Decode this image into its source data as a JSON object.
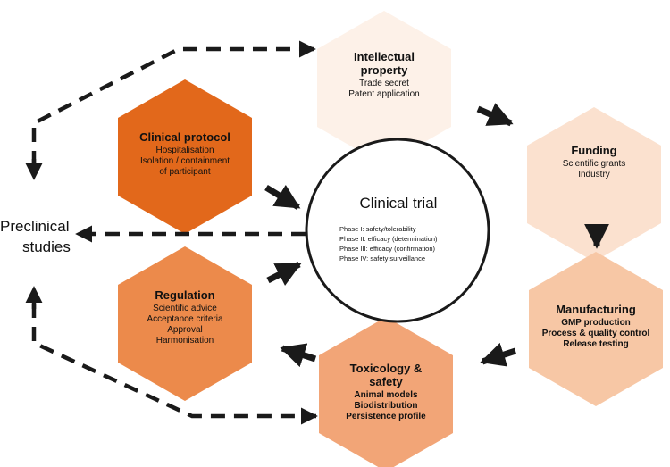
{
  "colors": {
    "clinical_protocol": "#e2681b",
    "intellectual_property": "#fdf1e8",
    "funding": "#fbe1cf",
    "manufacturing": "#f7c7a5",
    "toxicology": "#f2a577",
    "regulation": "#ec8a4b",
    "arrow": "#1a1a1a"
  },
  "center": {
    "title": "Clinical trial",
    "phases": [
      "Phase I: safety/tolerability",
      "Phase II: efficacy (determination)",
      "Phase III: efficacy (confirmation)",
      "Phase IV: safety surveillance"
    ]
  },
  "preclinical": {
    "line1": "Preclinical",
    "line2": "studies"
  },
  "nodes": {
    "intellectual_property": {
      "title_line1": "Intellectual",
      "title_line2": "property",
      "items": [
        "Trade secret",
        "Patent application"
      ]
    },
    "funding": {
      "title": "Funding",
      "items": [
        "Scientific grants",
        "Industry"
      ]
    },
    "manufacturing": {
      "title": "Manufacturing",
      "items": [
        "GMP production",
        "Process & quality control",
        "Release testing"
      ]
    },
    "toxicology": {
      "title_line1": "Toxicology &",
      "title_line2": "safety",
      "items": [
        "Animal models",
        "Biodistribution",
        "Persistence profile"
      ]
    },
    "regulation": {
      "title": "Regulation",
      "items": [
        "Scientific advice",
        "Acceptance criteria",
        "Approval",
        "Harmonisation"
      ]
    },
    "clinical_protocol": {
      "title": "Clinical protocol",
      "items": [
        "Hospitalisation",
        "Isolation / containment",
        "of participant"
      ]
    }
  }
}
